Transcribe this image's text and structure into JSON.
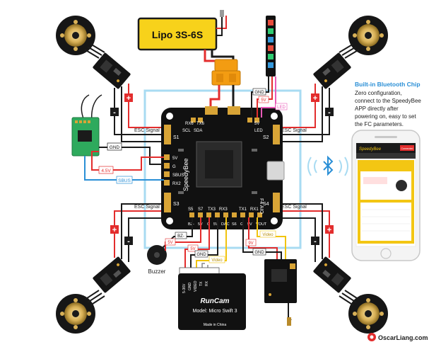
{
  "battery": {
    "label": "Lipo 3S-6S"
  },
  "flight_controller": {
    "brand": "SpeedyBee",
    "model": "F4 AIO",
    "top_pads": [
      "5V",
      "G",
      "RX6",
      "TX6",
      "SCL",
      "SDA"
    ],
    "bottom_pads": [
      "S5",
      "S7",
      "TX3",
      "RX3",
      "TX1",
      "RX1"
    ],
    "bottom_pads_row2": [
      "BZ-",
      "5V",
      "G",
      "5V",
      "DAC",
      "S6",
      "G",
      "9V",
      "VOUT"
    ],
    "left_pads": [
      "5V",
      "G",
      "SBUS",
      "RX2"
    ],
    "motor_pads": [
      "S1",
      "S2",
      "S3",
      "S4"
    ],
    "led_label": "LED",
    "led_pad": "5V"
  },
  "wire_labels": {
    "esc_signal": "ESC Signal",
    "gnd": "GND",
    "v45": "4.5V",
    "sbus": "SBUS",
    "v5": "5V",
    "v9": "9V",
    "video": "Video",
    "bz": "BZ-",
    "led": "LED",
    "plus": "+",
    "minus": "-"
  },
  "buzzer": {
    "label": "Buzzer"
  },
  "camera": {
    "brand": "RunCam",
    "model": "Model: Micro Swift 3",
    "made_in": "Made in China",
    "pins": [
      "5-36V",
      "GND",
      "VIDEO",
      "TX",
      "RX"
    ]
  },
  "bluetooth_note": {
    "title": "Built-in Bluetooth Chip",
    "body": [
      "Zero configuration,",
      "connect to the SpeedyBee",
      "APP directly after",
      "powering on, easy to set",
      "the FC parameters."
    ]
  },
  "phone": {
    "app_name": "SpeedyBee",
    "status": "Connected"
  },
  "watermark": "OscarLiang.com",
  "colors": {
    "accent_blue": "#2a8fd6",
    "highlight_box": "#a8dbf2",
    "wire_red": "#e32d2d",
    "wire_black": "#1a1a1a",
    "wire_yellow": "#f1c40f",
    "wire_pink": "#e85ab8",
    "pcb_black": "#111111",
    "receiver_green": "#2eaa5d",
    "battery_yellow": "#f7d21b",
    "xt60_orange": "#f39c12",
    "gold_pad": "#d8a436"
  }
}
